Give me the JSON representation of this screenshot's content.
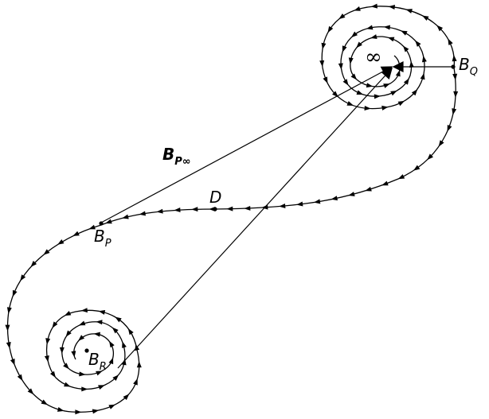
{
  "labels": {
    "bp_inf_main": "B",
    "bp_inf_sub": "P∞",
    "d": "D",
    "bp_main": "B",
    "bp_sub": "P",
    "bq_main": "B",
    "bq_sub": "Q",
    "br_main": "B",
    "br_sub": "R",
    "infinity": "∞"
  },
  "colors": {
    "stroke": "#000000",
    "background": "#ffffff"
  }
}
